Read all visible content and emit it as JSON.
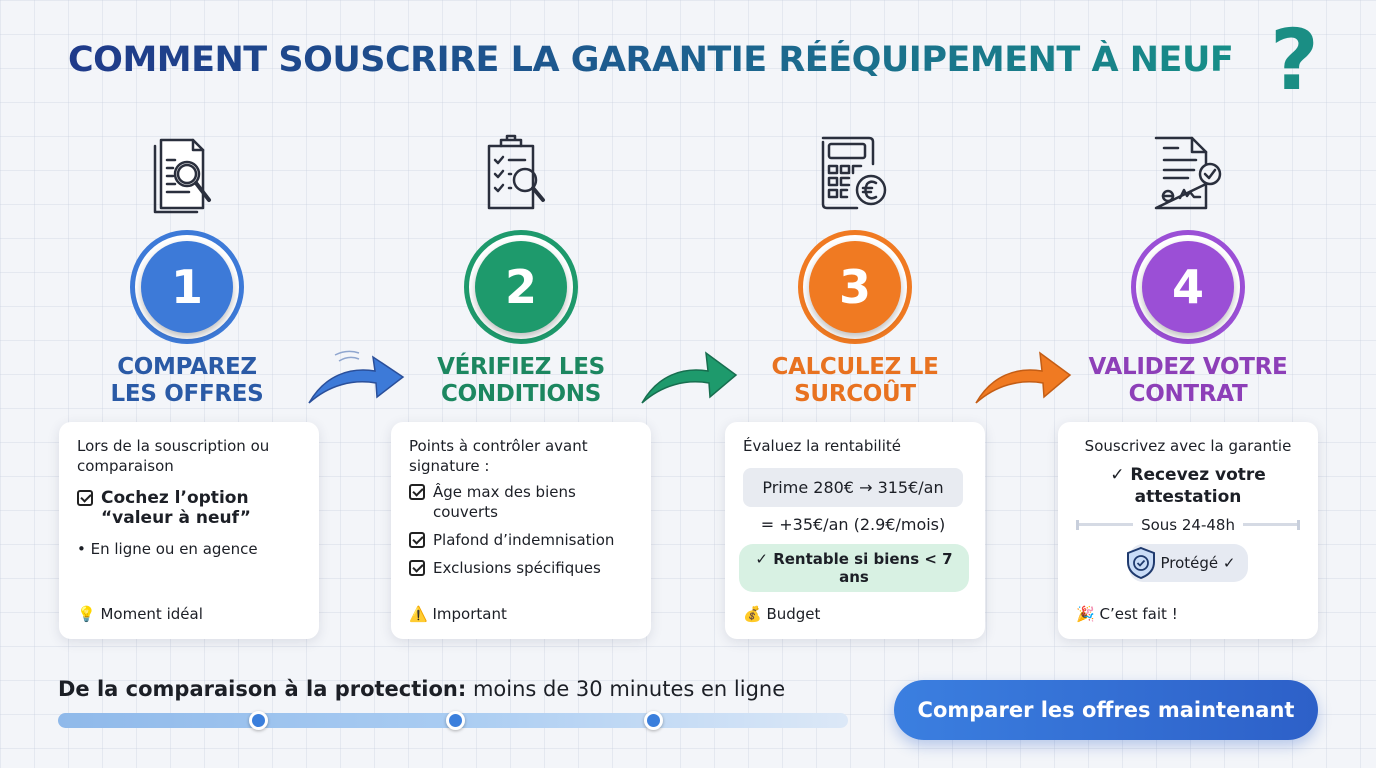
{
  "title": "COMMENT SOUSCRIRE LA GARANTIE RÉÉQUIPEMENT À NEUF",
  "title_mark": "?",
  "colors": {
    "step1": "#3d7ad8",
    "step2": "#1e9a6c",
    "step3": "#f07a22",
    "step4": "#9b4fd6",
    "title_start": "#1f3a8a",
    "title_end": "#169287",
    "cta": "#2f6ad0"
  },
  "steps": [
    {
      "number": "1",
      "icon": "document-search-icon",
      "heading_line1": "COMPAREZ",
      "heading_line2": "LES OFFRES",
      "card": {
        "lead": "Lors de la souscription ou comparaison",
        "check_line1": "Cochez l’option",
        "check_line2": "“valeur à neuf”",
        "bullet": "En ligne ou en agence",
        "footer_emoji": "💡",
        "footer": "Moment idéal"
      }
    },
    {
      "number": "2",
      "icon": "clipboard-search-icon",
      "heading_line1": "VÉRIFIEZ LES",
      "heading_line2": "CONDITIONS",
      "card": {
        "lead": "Points à contrôler avant signature :",
        "checks": [
          "Âge max des biens couverts",
          "Plafond d’indemnisation",
          "Exclusions spécifiques"
        ],
        "footer_emoji": "⚠️",
        "footer": "Important"
      }
    },
    {
      "number": "3",
      "icon": "calculator-euro-icon",
      "heading_line1": "CALCULEZ LE",
      "heading_line2": "SURCOÛT",
      "card": {
        "lead": "Évaluez la rentabilité",
        "premium": "Prime 280€ → 315€/an",
        "extra": "= +35€/an (2.9€/mois)",
        "verdict": "✓ Rentable si biens < 7 ans",
        "footer_emoji": "💰",
        "footer": "Budget"
      }
    },
    {
      "number": "4",
      "icon": "contract-signed-icon",
      "heading_line1": "VALIDEZ VOTRE",
      "heading_line2": "CONTRAT",
      "card": {
        "lead": "Souscrivez avec la garantie",
        "receive_line1": "✓ Recevez votre",
        "receive_line2": "attestation",
        "delay": "Sous 24-48h",
        "protected": "Protégé ✓",
        "footer_emoji": "🎉",
        "footer": "C’est fait !"
      }
    }
  ],
  "progress": {
    "bold": "De la comparaison à la protection:",
    "rest": " moins de 30 minutes en ligne",
    "markers": 3
  },
  "cta": {
    "label": "Comparer les offres maintenant"
  }
}
